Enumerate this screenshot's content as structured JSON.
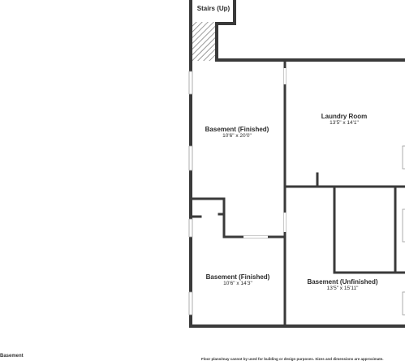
{
  "stairs": {
    "label": "Stairs (Up)"
  },
  "rooms": [
    {
      "id": "basement-finished-upper",
      "name": "Basement (Finished)",
      "dimensions": "10'6\" x 20'0\""
    },
    {
      "id": "laundry-room",
      "name": "Laundry Room",
      "dimensions": "13'5\" x 14'1\""
    },
    {
      "id": "basement-finished-lower",
      "name": "Basement (Finished)",
      "dimensions": "10'6\" x 14'3\""
    },
    {
      "id": "basement-unfinished",
      "name": "Basement (Unfinished)",
      "dimensions": "13'5\" x 15'11\""
    }
  ],
  "footer": {
    "floor_label": "Basement",
    "disclaimer": "Floor plans/may cannot by used for building or design purposes. Sizes and dimensions are approximate."
  },
  "colors": {
    "wall": "#3a3a3a",
    "floor": "#ffffff",
    "window": "#c9c9c9",
    "hatch": "#666666"
  }
}
